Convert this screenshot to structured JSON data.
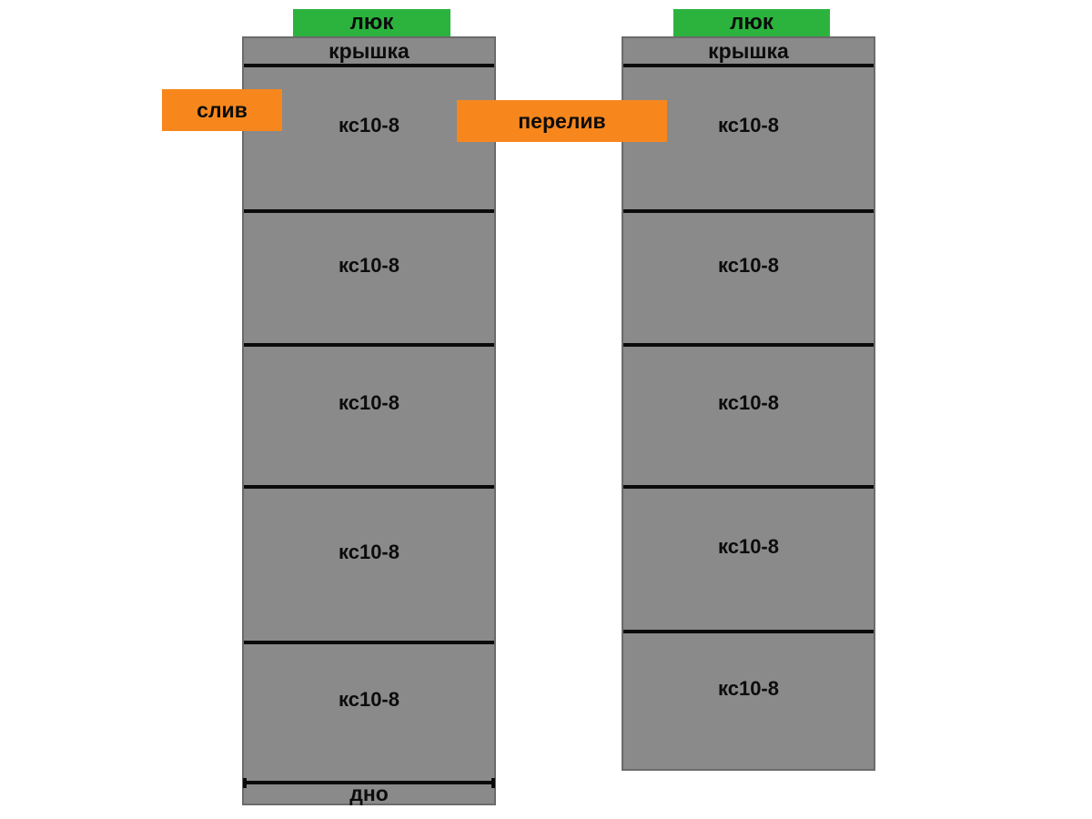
{
  "diagram_type": "concrete-ring-wells-scheme",
  "colors": {
    "ring_fill": "#8a8a8a",
    "ring_border": "#6b6b6b",
    "hatch_green": "#2bb33e",
    "pipe_orange": "#f7871d",
    "line_black": "#0b0b0b",
    "background": "#ffffff"
  },
  "wells": [
    {
      "side": "left",
      "hatch_label": "люк",
      "cover_label": "крышка",
      "rings": [
        "кс10-8",
        "кс10-8",
        "кс10-8",
        "кс10-8",
        "кс10-8"
      ],
      "bottom_label": "дно"
    },
    {
      "side": "right",
      "hatch_label": "люк",
      "cover_label": "крышка",
      "rings": [
        "кс10-8",
        "кс10-8",
        "кс10-8",
        "кс10-8",
        "кс10-8"
      ]
    }
  ],
  "connections": {
    "drain_label": "слив",
    "overflow_label": "перелив"
  }
}
